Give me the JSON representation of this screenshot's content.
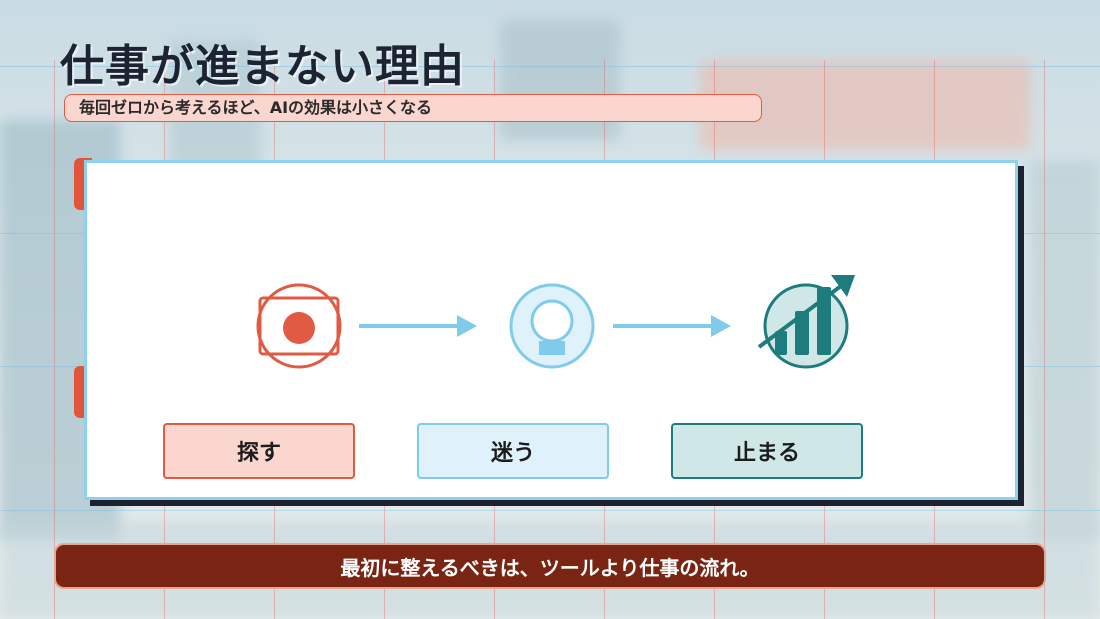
{
  "slide": {
    "title": "仕事が進まない理由",
    "subtitle": "毎回ゼロから考えるほど、AIの効果は小さくなる",
    "footer": "最初に整えるべきは、ツールより仕事の流れ。"
  },
  "flow": {
    "steps": [
      {
        "label": "探す",
        "icon": "search-icon",
        "color": "#e15b43"
      },
      {
        "label": "迷う",
        "icon": "lightbulb-icon",
        "color": "#7fcbeb"
      },
      {
        "label": "止まる",
        "icon": "chart-growth-icon",
        "color": "#1f7c7c"
      }
    ]
  },
  "colors": {
    "accent_red": "#e15b43",
    "accent_blue": "#7fcbeb",
    "accent_teal": "#1f7c7c",
    "footer_bg": "#7a2513",
    "title_text": "#1c2333"
  }
}
